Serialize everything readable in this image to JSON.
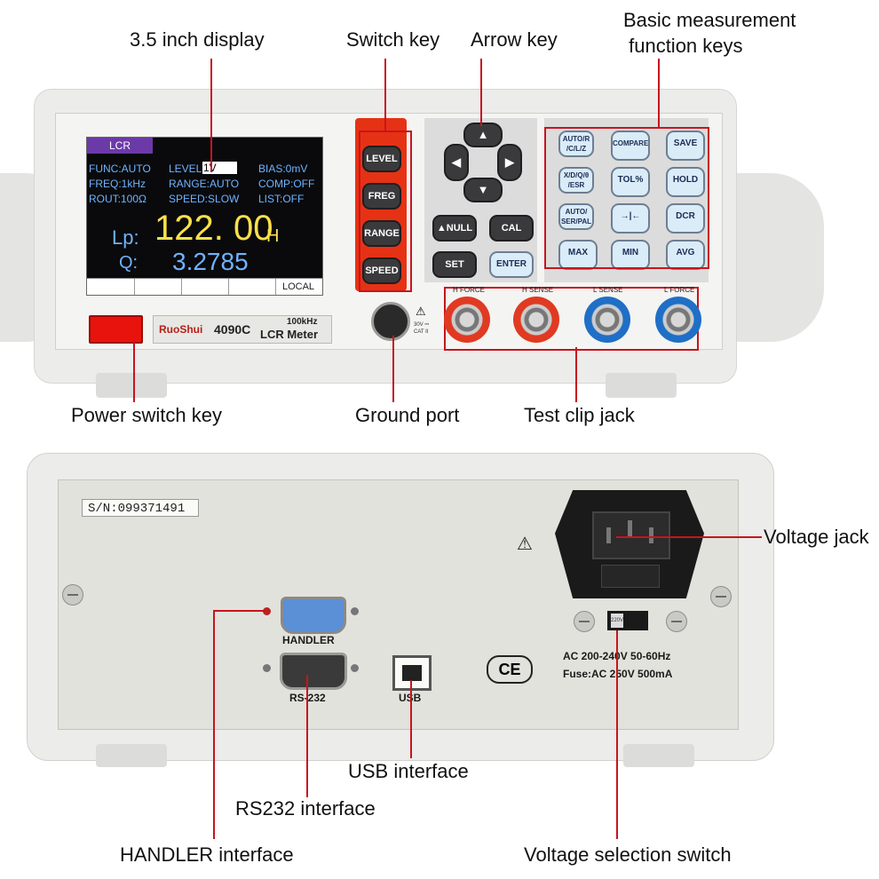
{
  "callouts": {
    "display": "3.5 inch display",
    "switch_key": "Switch key",
    "arrow_key": "Arrow key",
    "basic_keys": "Basic measurement\n function keys",
    "power_switch": "Power switch key",
    "ground_port": "Ground port",
    "test_clip": "Test clip jack",
    "voltage_jack": "Voltage jack",
    "usb_interface": "USB interface",
    "rs232_interface": "RS232 interface",
    "handler_interface": "HANDLER interface",
    "voltage_selection": "Voltage selection switch"
  },
  "screen": {
    "tab": "LCR",
    "func": "FUNC:AUTO",
    "level_label": "LEVEL:",
    "level_value": "1V",
    "bias": "BIAS:0mV",
    "freq": "FREQ:1kHz",
    "range": "RANGE:AUTO",
    "comp": "COMP:OFF",
    "rout": "ROUT:100Ω",
    "speed": "SPEED:SLOW",
    "list": "LIST:OFF",
    "primary_label": "Lp:",
    "primary_value": "122. 00",
    "primary_unit": "H",
    "secondary_label": "Q:",
    "secondary_value": "3.2785",
    "bottom_right": "LOCAL"
  },
  "brand": {
    "name": "RuoShui",
    "model": "4090C",
    "freq": "100kHz",
    "type": "LCR Meter"
  },
  "switch_keys": [
    "LEVEL",
    "FREG",
    "RANGE",
    "SPEED"
  ],
  "arrow_keys": {
    "up": "▲",
    "down": "▼",
    "left": "◀",
    "right": "▶",
    "null": "▲NULL",
    "cal": "CAL",
    "set": "SET",
    "enter": "ENTER"
  },
  "function_keys": [
    [
      "AUTO/R /C/L/Z",
      "COMPARE",
      "SAVE"
    ],
    [
      "X/D/Q/θ /ESR",
      "TOL%",
      "HOLD"
    ],
    [
      "AUTO/ SER/PAL",
      "→|←",
      "DCR"
    ],
    [
      "MAX",
      "MIN",
      "AVG"
    ]
  ],
  "jacks": {
    "h_force": "H FORCE",
    "h_sense": "H SENSE",
    "l_sense": "L SENSE",
    "l_force": "L FORCE",
    "ground_rating": "30V ⎓ CAT II"
  },
  "back": {
    "serial": "S/N:099371491",
    "handler": "HANDLER",
    "rs232": "RS-232",
    "usb": "USB",
    "ce": "CE",
    "ac_line": "AC 200-240V 50-60Hz",
    "fuse_line": "Fuse:AC 250V 500mA",
    "switch_value": "220V"
  },
  "colors": {
    "callout_line": "#c8141e",
    "switch_panel": "#e63214",
    "jack_red": "#e03a22",
    "jack_blue": "#1f6fc7",
    "screen_tab": "#6b3aa8",
    "primary_value": "#ffe04a",
    "secondary_value": "#6fb3ff"
  }
}
